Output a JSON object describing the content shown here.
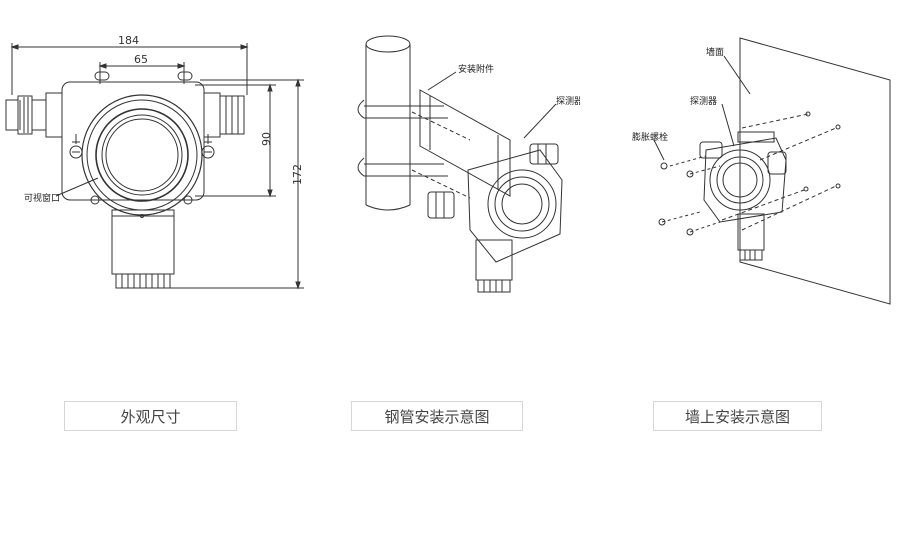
{
  "dimensions": {
    "width_total": "184",
    "width_holes": "65",
    "height_holes": "90",
    "height_total": "172"
  },
  "labels": {
    "viewing_window": "可视窗口",
    "pipe_accessory": "安装附件",
    "pipe_detector": "探测器",
    "wall_surface": "墙面",
    "wall_detector": "探测器",
    "expansion_bolt": "膨胀螺栓"
  },
  "captions": {
    "outline": "外观尺寸",
    "pipe_mount": "钢管安装示意图",
    "wall_mount": "墙上安装示意图"
  }
}
